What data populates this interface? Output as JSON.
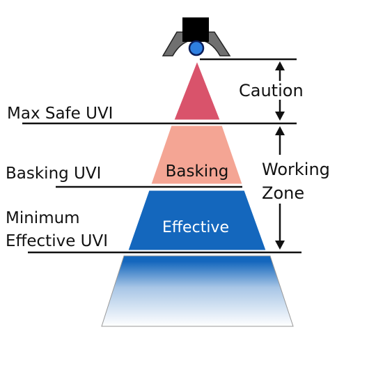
{
  "labels": {
    "max_safe": "Max Safe UVI",
    "basking": "Basking UVI",
    "minimum_line1": "Minimum",
    "minimum_line2": "Effective UVI"
  },
  "bands": {
    "basking": "Basking",
    "effective": "Effective"
  },
  "zones": {
    "caution": "Caution",
    "working_line1": "Working",
    "working_line2": "Zone"
  },
  "colors": {
    "caution_band": "#d9536b",
    "basking_band": "#f4a594",
    "effective_band": "#1467bd",
    "gradient_top": "#1467bd",
    "gradient_bottom": "#ffffff",
    "lamp_housing": "#000000",
    "lamp_reflector": "#707070",
    "lamp_bulb": "#2e7fe0"
  },
  "icons": {
    "lamp": "uv-lamp-icon"
  }
}
